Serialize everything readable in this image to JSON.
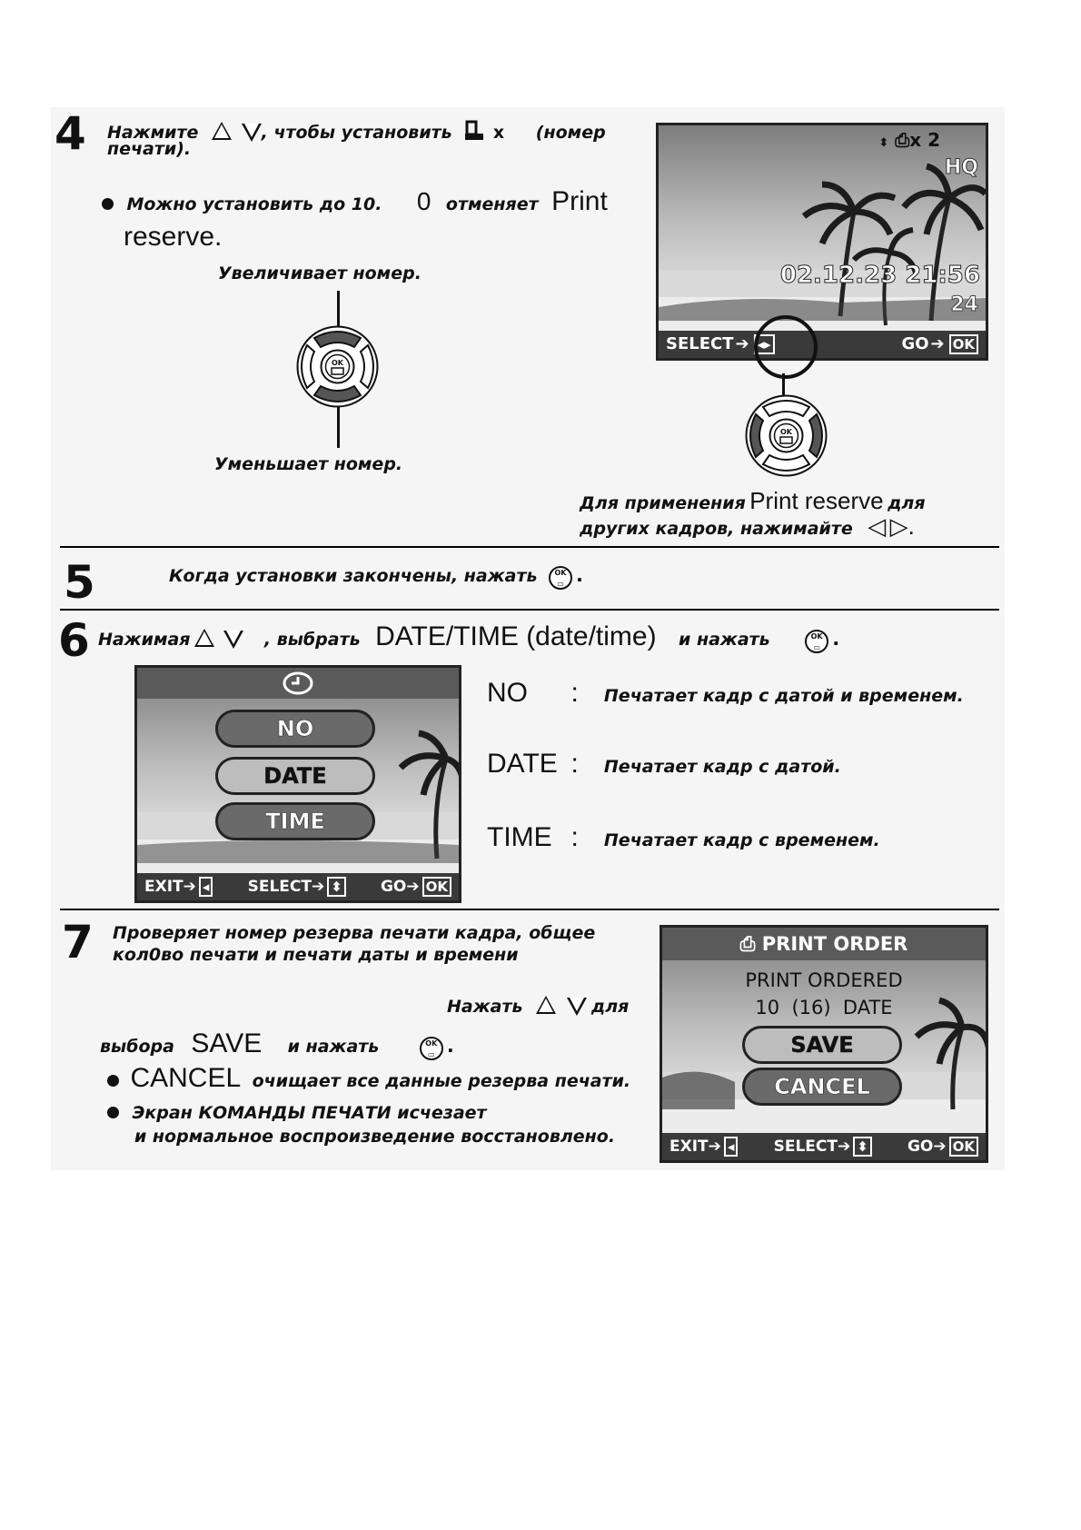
{
  "step4": {
    "number": "4",
    "line1_a": "Нажмите",
    "line1_b": ", чтобы установить",
    "line1_x": "x",
    "line1_c": "(номер",
    "line2": "печати).",
    "bullet_a": "Можно установить до 10.",
    "bullet_zero": "0",
    "bullet_b": "отменяет",
    "bullet_print": "Print",
    "bullet_reserve": "reserve.",
    "increase": "Увеличивает номер.",
    "decrease": "Уменьшает номер.",
    "screen": {
      "count": "x 2",
      "quality": "HQ",
      "datetime": "02.12.23 21:56",
      "frame": "24",
      "select": "SELECT",
      "go": "GO",
      "ok": "OK"
    },
    "apply_a": "Для применения",
    "apply_print": "Print reserve",
    "apply_b": "для",
    "apply_c": "других кадров, нажимайте"
  },
  "step5": {
    "number": "5",
    "text": "Когда установки закончены, нажать"
  },
  "step6": {
    "number": "6",
    "text_a": "Нажимая",
    "text_b": ", выбрать",
    "datetime": "DATE/TIME (date/time)",
    "text_c": "и нажать",
    "screen": {
      "options": [
        "NO",
        "DATE",
        "TIME"
      ],
      "selected": "DATE",
      "exit": "EXIT",
      "select": "SELECT",
      "go": "GO",
      "ok": "OK"
    },
    "defs": [
      {
        "term": "NO",
        "colon": ":",
        "desc": "Печатает кадр с датой и временем."
      },
      {
        "term": "DATE",
        "colon": ":",
        "desc": "Печатает кадр с датой."
      },
      {
        "term": "TIME",
        "colon": ":",
        "desc": "Печатает кадр с временем."
      }
    ]
  },
  "step7": {
    "number": "7",
    "line1": "Проверяет номер резерва печати кадра, общее",
    "line2": "кол0во печати и печати даты и времени",
    "press": "Нажать",
    "for": "для",
    "choose": "выбора",
    "save": "SAVE",
    "and_press": "и нажать",
    "cancel_word": "CANCEL",
    "cancel_desc": "очищает все данные резерва печати.",
    "note_a": "Экран КОМАНДЫ ПЕЧАТИ исчезает",
    "note_b": "и нормальное воспроизведение восстановлено.",
    "screen": {
      "title": "PRINT ORDER",
      "ordered": "PRINT ORDERED",
      "summary": "10  (16)  DATE",
      "save": "SAVE",
      "cancel": "CANCEL",
      "exit": "EXIT",
      "select": "SELECT",
      "go": "GO",
      "ok": "OK"
    }
  },
  "colors": {
    "panel": "#f5f5f5",
    "ink": "#111111",
    "screen_bar": "#3a3a3a"
  }
}
